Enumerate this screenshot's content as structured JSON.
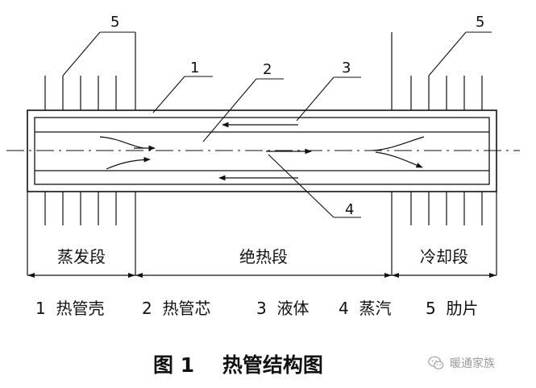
{
  "callouts": [
    "1",
    "2",
    "3",
    "4",
    "5",
    "5"
  ],
  "sections": {
    "evaporator": "蒸发段",
    "adiabatic": "绝热段",
    "condenser": "冷却段"
  },
  "legend": [
    "1  热管壳",
    "2  热管芯",
    "3  液体",
    "4  蒸汽",
    "5  肋片"
  ],
  "caption": "图 1    热管结构图",
  "watermark": "暖通家族",
  "icons": {
    "watermark": "wechat-logo-icon"
  }
}
